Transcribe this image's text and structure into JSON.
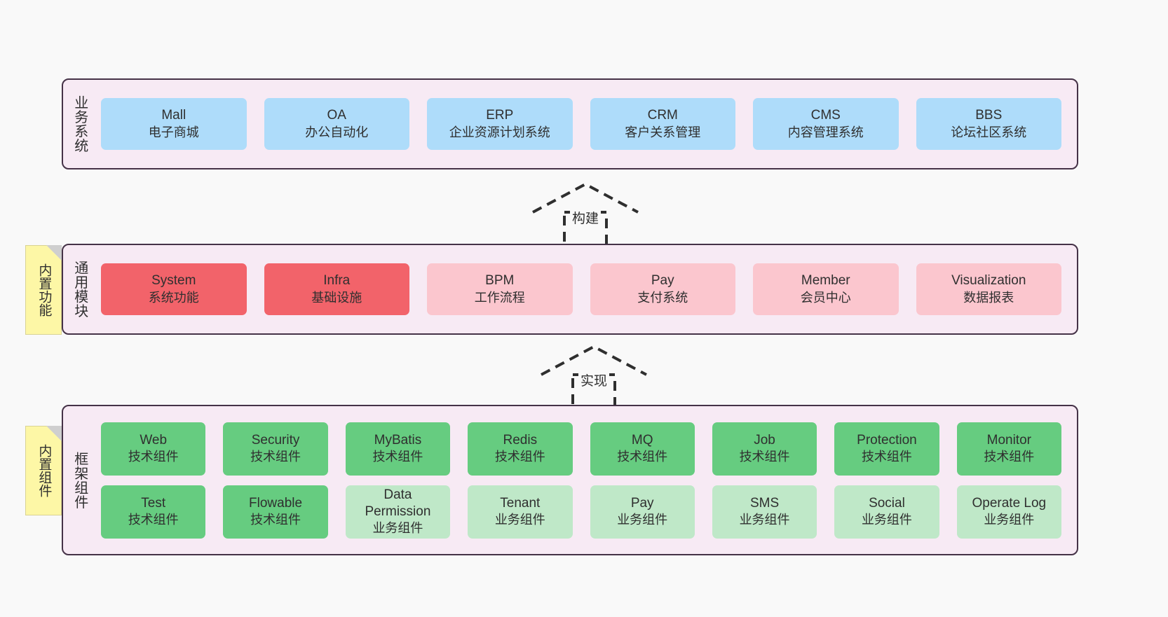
{
  "diagram": {
    "background_color": "#f9f9f9",
    "container_color": "#f7eaf4",
    "container_border_color": "#453247"
  },
  "layers": [
    {
      "id": "business",
      "title": "业务系统",
      "cell_color": "#aedcfa",
      "rows": [
        {
          "cells": [
            {
              "en": "Mall",
              "cn": "电子商城",
              "color": "#aedcfa"
            },
            {
              "en": "OA",
              "cn": "办公自动化",
              "color": "#aedcfa"
            },
            {
              "en": "ERP",
              "cn": "企业资源计划系统",
              "color": "#aedcfa"
            },
            {
              "en": "CRM",
              "cn": "客户关系管理",
              "color": "#aedcfa"
            },
            {
              "en": "CMS",
              "cn": "内容管理系统",
              "color": "#aedcfa"
            },
            {
              "en": "BBS",
              "cn": "论坛社区系统",
              "color": "#aedcfa"
            }
          ]
        }
      ]
    },
    {
      "id": "common",
      "title": "通用模块",
      "note": "内置功能",
      "rows": [
        {
          "cells": [
            {
              "en": "System",
              "cn": "系统功能",
              "color": "#f2636a"
            },
            {
              "en": "Infra",
              "cn": "基础设施",
              "color": "#f2636a"
            },
            {
              "en": "BPM",
              "cn": "工作流程",
              "color": "#fbc6ce"
            },
            {
              "en": "Pay",
              "cn": "支付系统",
              "color": "#fbc6ce"
            },
            {
              "en": "Member",
              "cn": "会员中心",
              "color": "#fbc6ce"
            },
            {
              "en": "Visualization",
              "cn": "数据报表",
              "color": "#fbc6ce"
            }
          ]
        }
      ]
    },
    {
      "id": "framework",
      "title": "框架组件",
      "note": "内置组件",
      "rows": [
        {
          "cells": [
            {
              "en": "Web",
              "cn": "技术组件",
              "color": "#66cc80"
            },
            {
              "en": "Security",
              "cn": "技术组件",
              "color": "#66cc80"
            },
            {
              "en": "MyBatis",
              "cn": "技术组件",
              "color": "#66cc80"
            },
            {
              "en": "Redis",
              "cn": "技术组件",
              "color": "#66cc80"
            },
            {
              "en": "MQ",
              "cn": "技术组件",
              "color": "#66cc80"
            },
            {
              "en": "Job",
              "cn": "技术组件",
              "color": "#66cc80"
            },
            {
              "en": "Protection",
              "cn": "技术组件",
              "color": "#66cc80"
            },
            {
              "en": "Monitor",
              "cn": "技术组件",
              "color": "#66cc80"
            }
          ]
        },
        {
          "cells": [
            {
              "en": "Test",
              "cn": "技术组件",
              "color": "#66cc80"
            },
            {
              "en": "Flowable",
              "cn": "技术组件",
              "color": "#66cc80"
            },
            {
              "en": "Data Permission",
              "cn": "业务组件",
              "color": "#bfe8c8"
            },
            {
              "en": "Tenant",
              "cn": "业务组件",
              "color": "#bfe8c8"
            },
            {
              "en": "Pay",
              "cn": "业务组件",
              "color": "#bfe8c8"
            },
            {
              "en": "SMS",
              "cn": "业务组件",
              "color": "#bfe8c8"
            },
            {
              "en": "Social",
              "cn": "业务组件",
              "color": "#bfe8c8"
            },
            {
              "en": "Operate Log",
              "cn": "业务组件",
              "color": "#bfe8c8"
            }
          ]
        }
      ]
    }
  ],
  "arrows": [
    {
      "id": "build",
      "label": "构建",
      "style": "dashed-hollow-up"
    },
    {
      "id": "impl",
      "label": "实现",
      "style": "dashed-hollow-up"
    }
  ]
}
